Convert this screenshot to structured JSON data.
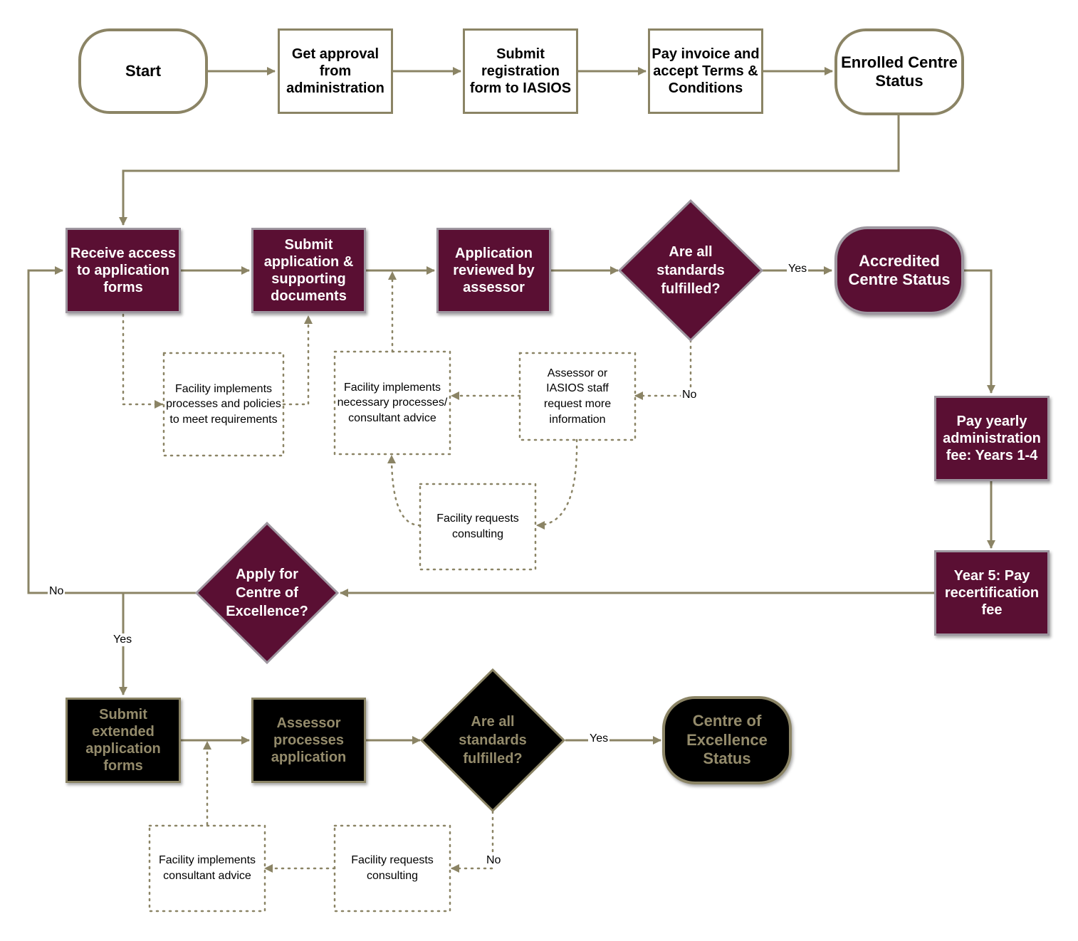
{
  "colors": {
    "line": "#8b8465",
    "maroon": "#5a0f33",
    "black": "#000000",
    "gold_text": "#948b6b"
  },
  "nodes": {
    "start": "Start",
    "get_approval": "Get approval from administration",
    "submit_registration": "Submit registration form to IASIOS",
    "pay_invoice": "Pay invoice and accept Terms & Conditions",
    "enrolled": "Enrolled Centre Status",
    "receive_access": "Receive access to application forms",
    "submit_application": "Submit application & supporting documents",
    "application_reviewed": "Application reviewed by assessor",
    "standards_fulfilled_1": "Are all standards fulfilled?",
    "accredited": "Accredited Centre Status",
    "pay_yearly": "Pay yearly administration fee: Years 1-4",
    "year5": "Year 5: Pay recertification fee",
    "apply_excellence": "Apply for Centre of Excellence?",
    "submit_extended": "Submit extended application forms",
    "assessor_processes": "Assessor processes application",
    "standards_fulfilled_2": "Are all standards fulfilled?",
    "excellence_status": "Centre of Excellence Status"
  },
  "notes": {
    "facility_implements_policies": "Facility implements processes and policies to meet requirements",
    "facility_implements_necessary": "Facility implements necessary processes/ consultant advice",
    "assessor_request": "Assessor or IASIOS staff request more information",
    "facility_requests_consulting_1": "Facility requests consulting",
    "facility_implements_consultant": "Facility implements consultant advice",
    "facility_requests_consulting_2": "Facility requests consulting"
  },
  "labels": {
    "yes_1": "Yes",
    "no_1": "No",
    "no_excellence": "No",
    "yes_excellence": "Yes",
    "yes_2": "Yes",
    "no_2": "No"
  }
}
